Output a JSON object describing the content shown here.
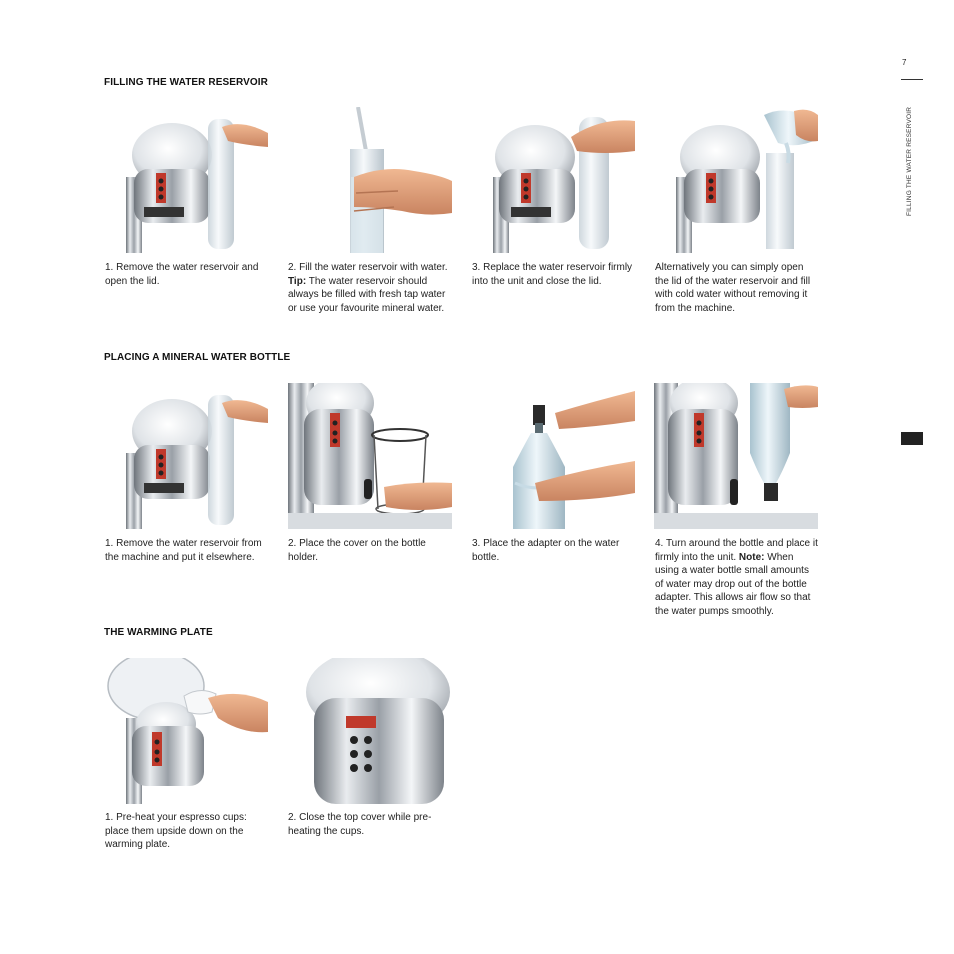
{
  "page_number": "7",
  "side_label": "FILLING THE WATER RESERVOIR",
  "sections": [
    {
      "heading": "FILLING THE WATER RESERVOIR",
      "steps": [
        {
          "image": "machine-with-removed-reservoir",
          "text": "1. Remove the water reservoir and open the lid."
        },
        {
          "image": "reservoir-under-tap",
          "lead": "2. Fill the water reservoir with water. ",
          "bold": "Tip:",
          "rest": " The water reservoir should always be filled with fresh tap water or use your favourite mineral water."
        },
        {
          "image": "reservoir-replaced-on-machine",
          "text": "3. Replace the water reservoir firmly into the unit and close the lid."
        },
        {
          "image": "pouring-water-into-reservoir",
          "text": "Alternatively you can simply open the lid of the water reservoir and fill with cold water without removing it from the machine."
        }
      ]
    },
    {
      "heading": "PLACING A MINERAL WATER BOTTLE",
      "steps": [
        {
          "image": "machine-with-removed-reservoir",
          "text": "1. Remove the water reservoir from the machine and put it elsewhere."
        },
        {
          "image": "bottle-holder-cover",
          "text": "2. Place the cover on the bottle holder."
        },
        {
          "image": "adapter-on-bottle",
          "text": "3. Place the adapter on the water bottle."
        },
        {
          "image": "bottle-inserted-upside-down",
          "lead": "4. Turn around the bottle and place it firmly into the unit. ",
          "bold": "Note:",
          "rest": " When using a water bottle small amounts of water may drop out of the bottle adapter. This allows air flow so that the water pumps smoothly."
        }
      ]
    },
    {
      "heading": "THE WARMING PLATE",
      "steps": [
        {
          "image": "cups-on-warming-plate",
          "text": "1. Pre-heat your espresso cups: place them upside down on the warming plate."
        },
        {
          "image": "top-cover-closed",
          "text": "2. Close the top cover while pre-heating the cups."
        }
      ]
    }
  ],
  "colors": {
    "text": "#222222",
    "heading": "#111111",
    "brand_label": "#c0392b",
    "skin": "#e2a07a",
    "chrome": "#b9bdc3"
  }
}
